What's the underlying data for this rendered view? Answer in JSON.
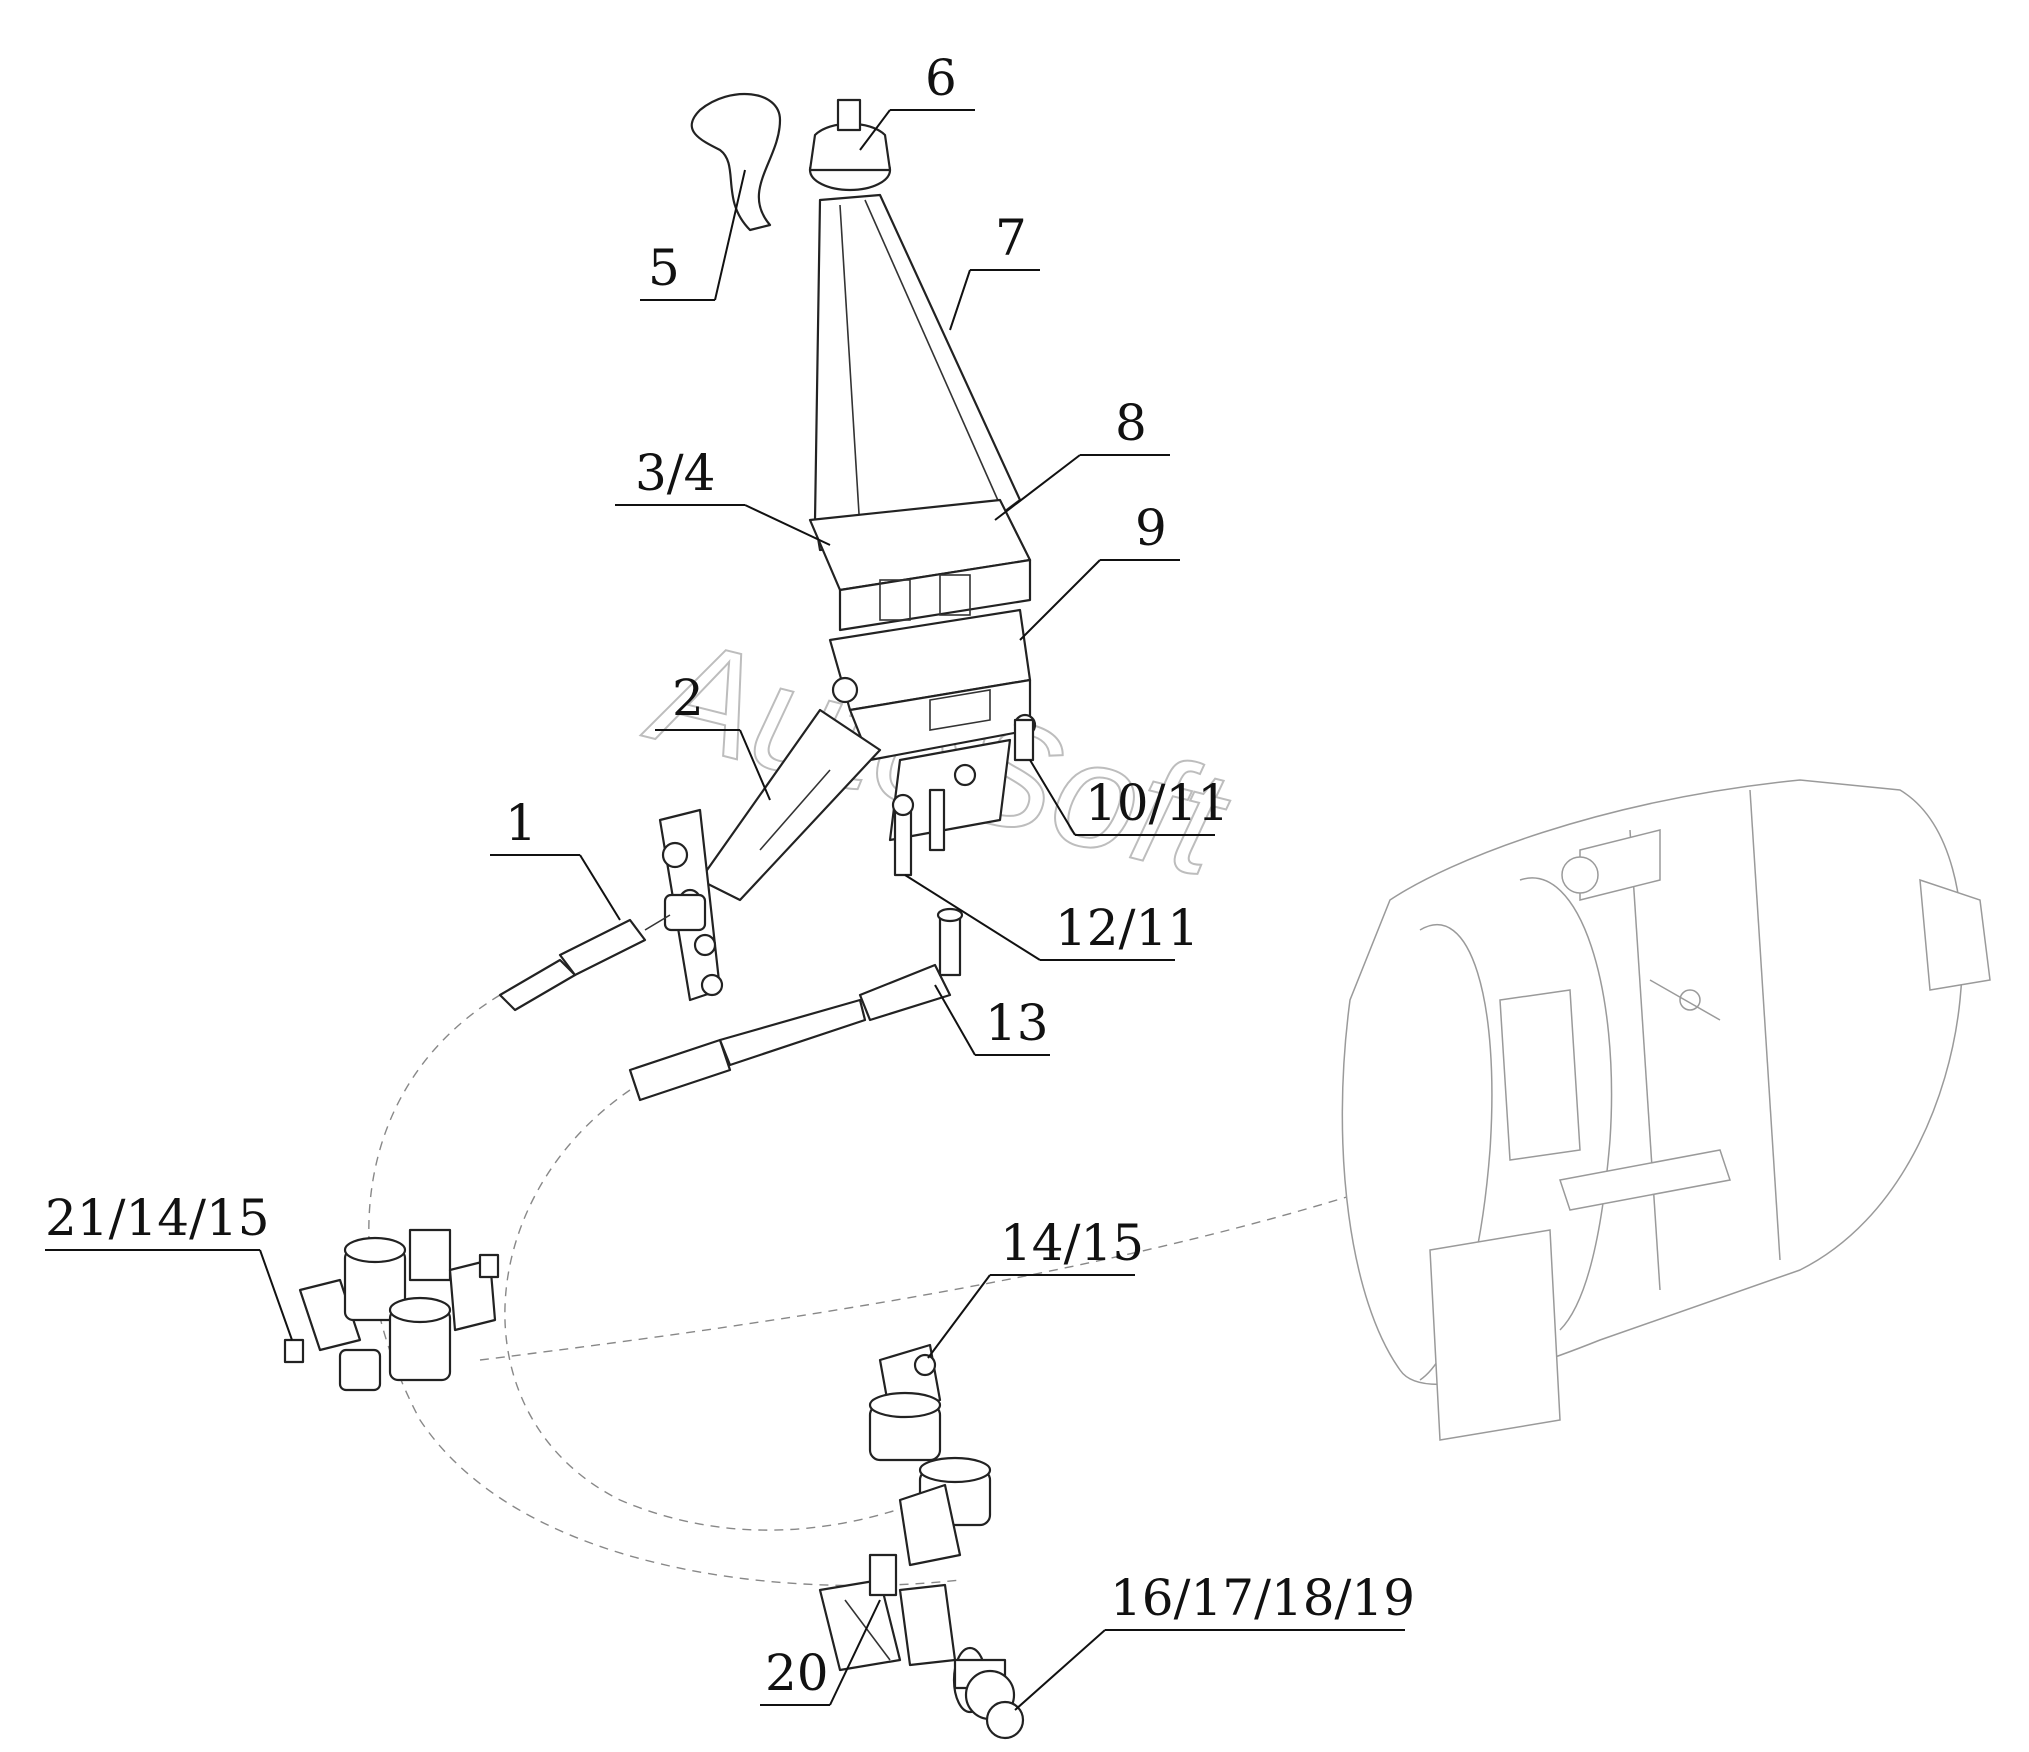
{
  "diagram": {
    "watermark": "AutoSoft",
    "callouts": [
      {
        "id": "c5",
        "label": "5"
      },
      {
        "id": "c6",
        "label": "6"
      },
      {
        "id": "c7",
        "label": "7"
      },
      {
        "id": "c8",
        "label": "8"
      },
      {
        "id": "c34",
        "label": "3/4"
      },
      {
        "id": "c9",
        "label": "9"
      },
      {
        "id": "c2",
        "label": "2"
      },
      {
        "id": "c1",
        "label": "1"
      },
      {
        "id": "c1011",
        "label": "10/11"
      },
      {
        "id": "c1211",
        "label": "12/11"
      },
      {
        "id": "c13",
        "label": "13"
      },
      {
        "id": "c211415",
        "label": "21/14/15"
      },
      {
        "id": "c1415",
        "label": "14/15"
      },
      {
        "id": "c16171819",
        "label": "16/17/18/19"
      },
      {
        "id": "c20",
        "label": "20"
      }
    ]
  }
}
